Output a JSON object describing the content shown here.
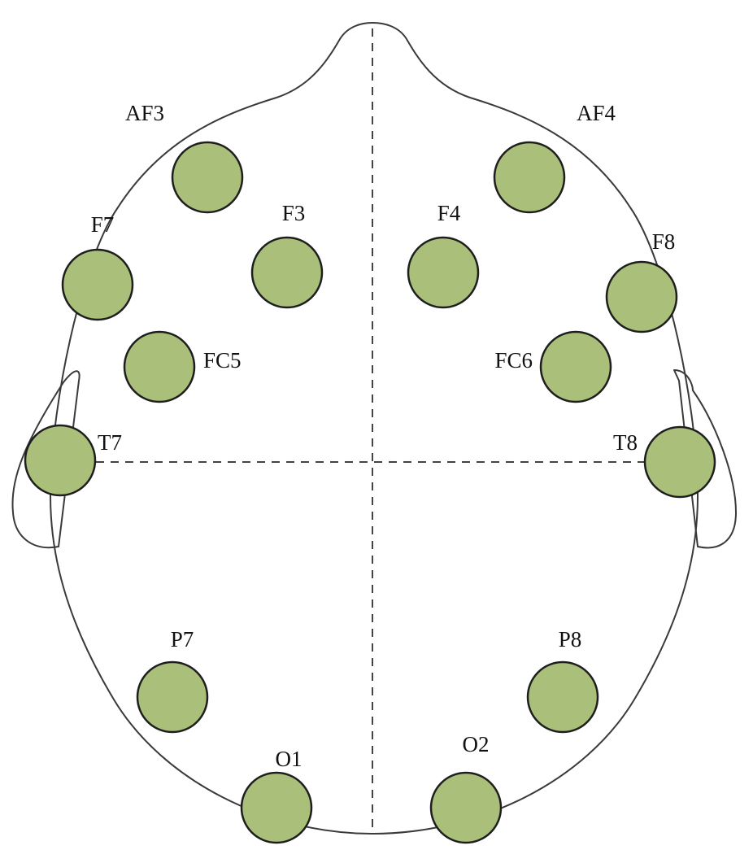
{
  "colors": {
    "electrode_fill": "#a9bf7a",
    "electrode_stroke": "#1e1e1e",
    "outline": "#3a3a3a",
    "guide": "#444444",
    "label": "#111111"
  },
  "electrodes": [
    {
      "id": "af3",
      "label": "AF3"
    },
    {
      "id": "af4",
      "label": "AF4"
    },
    {
      "id": "f7",
      "label": "F7"
    },
    {
      "id": "f3",
      "label": "F3"
    },
    {
      "id": "f4",
      "label": "F4"
    },
    {
      "id": "f8",
      "label": "F8"
    },
    {
      "id": "fc5",
      "label": "FC5"
    },
    {
      "id": "fc6",
      "label": "FC6"
    },
    {
      "id": "t7",
      "label": "T7"
    },
    {
      "id": "t8",
      "label": "T8"
    },
    {
      "id": "p7",
      "label": "P7"
    },
    {
      "id": "p8",
      "label": "P8"
    },
    {
      "id": "o1",
      "label": "O1"
    },
    {
      "id": "o2",
      "label": "O2"
    }
  ]
}
